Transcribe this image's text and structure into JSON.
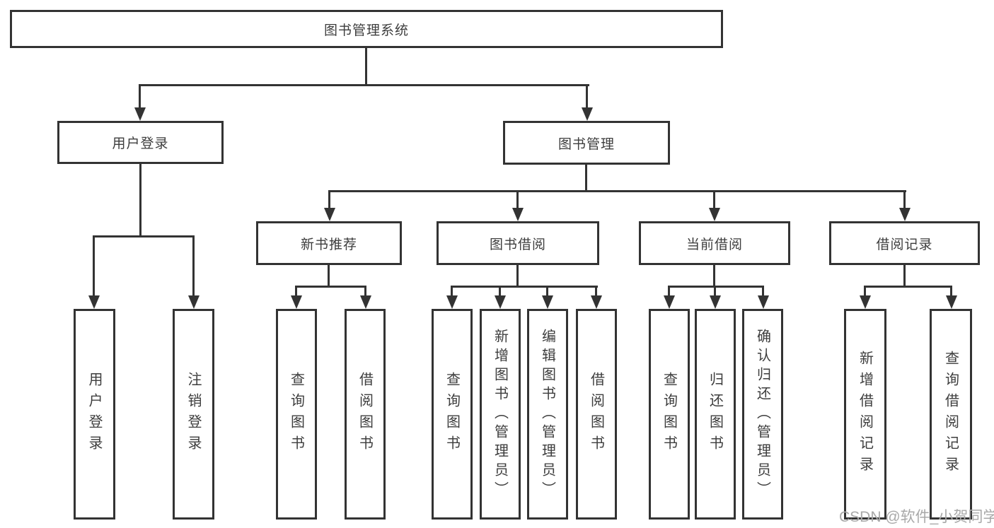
{
  "diagram": {
    "type": "hierarchy-tree",
    "title": "图书管理系统",
    "watermark": "CSDN @软件_小贺同学",
    "colors": {
      "line": "#333333",
      "border": "#333333",
      "text": "#3d3d3d",
      "watermark": "#a9a9a9",
      "background": "#ffffff"
    },
    "hierarchy": {
      "图书管理系统": [
        "用户登录",
        "图书管理"
      ],
      "用户登录": [
        "用户登录",
        "注销登录"
      ],
      "图书管理": [
        "新书推荐",
        "图书借阅",
        "当前借阅",
        "借阅记录"
      ],
      "新书推荐": [
        "查询图书",
        "借阅图书"
      ],
      "图书借阅": [
        "查询图书",
        "新增图书（管理员）",
        "编辑图书（管理员）",
        "借阅图书"
      ],
      "当前借阅": [
        "查询图书",
        "归还图书",
        "确认归还（管理员）"
      ],
      "借阅记录": [
        "新增借阅记录",
        "查询借阅记录"
      ]
    }
  },
  "nodes": {
    "root": "图书管理系统",
    "user_login": "用户登录",
    "book_manage": "图书管理",
    "new_book_recommend": "新书推荐",
    "book_borrow": "图书借阅",
    "current_borrow": "当前借阅",
    "borrow_record": "借阅记录",
    "login_user_login": "用户登录",
    "login_logout": "注销登录",
    "recommend_query_book": "查询图书",
    "recommend_borrow_book": "借阅图书",
    "borrow_query_book": "查询图书",
    "borrow_add_book": "新增图书（管理员）",
    "borrow_edit_book": "编辑图书（管理员）",
    "borrow_borrow_book": "借阅图书",
    "current_query_book": "查询图书",
    "current_return_book": "归还图书",
    "current_confirm_return": "确认归还（管理员）",
    "record_add_record": "新增借阅记录",
    "record_query_record": "查询借阅记录"
  },
  "watermark": "CSDN @软件_小贺同学"
}
